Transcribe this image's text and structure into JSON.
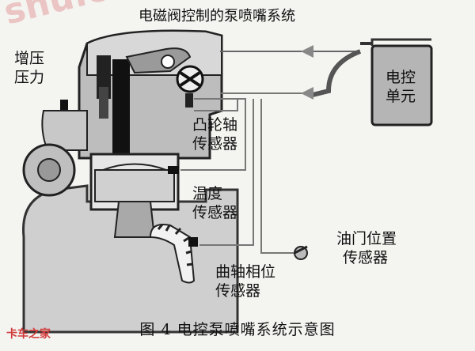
{
  "title": "电磁阀控制的泵喷嘴系统",
  "labels": {
    "boost_line1": "增压",
    "boost_line2": "压力",
    "ecu_line1": "电控",
    "ecu_line2": "单元",
    "camshaft_line1": "凸轮轴",
    "camshaft_line2": "传感器",
    "temp_line1": "温度",
    "temp_line2": "传感器",
    "crank_line1": "曲轴相位",
    "crank_line2": "传感器",
    "throttle_line1": "油门位置",
    "throttle_line2": "传感器"
  },
  "caption": "图 4   电控泵喷嘴系统示意图",
  "watermark": "shu.c",
  "logo": "卡车之家"
}
